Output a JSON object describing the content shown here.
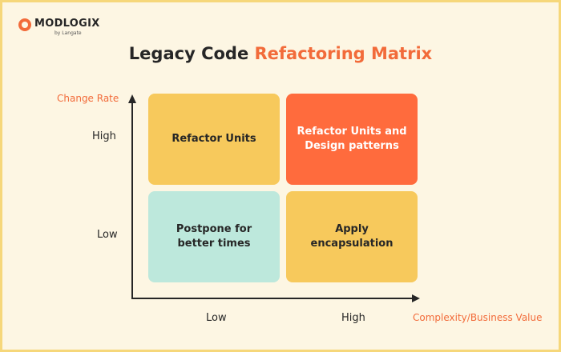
{
  "brand": {
    "name": "MODLOGIX",
    "byline": "by Langate",
    "accent_color": "#f26b3a"
  },
  "title": {
    "part1": "Legacy Code",
    "part2": "Refactoring Matrix"
  },
  "axes": {
    "y_title": "Change Rate",
    "x_title": "Complexity/Business Value",
    "y_high": "High",
    "y_low": "Low",
    "x_low": "Low",
    "x_high": "High"
  },
  "quadrants": {
    "top_left": {
      "label": "Refactor Units",
      "color": "#f7c95c"
    },
    "top_right": {
      "label": "Refactor Units and\nDesign patterns",
      "color": "#ff6b3d"
    },
    "bottom_left": {
      "label": "Postpone for\nbetter times",
      "color": "#bde8dc"
    },
    "bottom_right": {
      "label": "Apply\nencapsulation",
      "color": "#f7c95c"
    }
  }
}
